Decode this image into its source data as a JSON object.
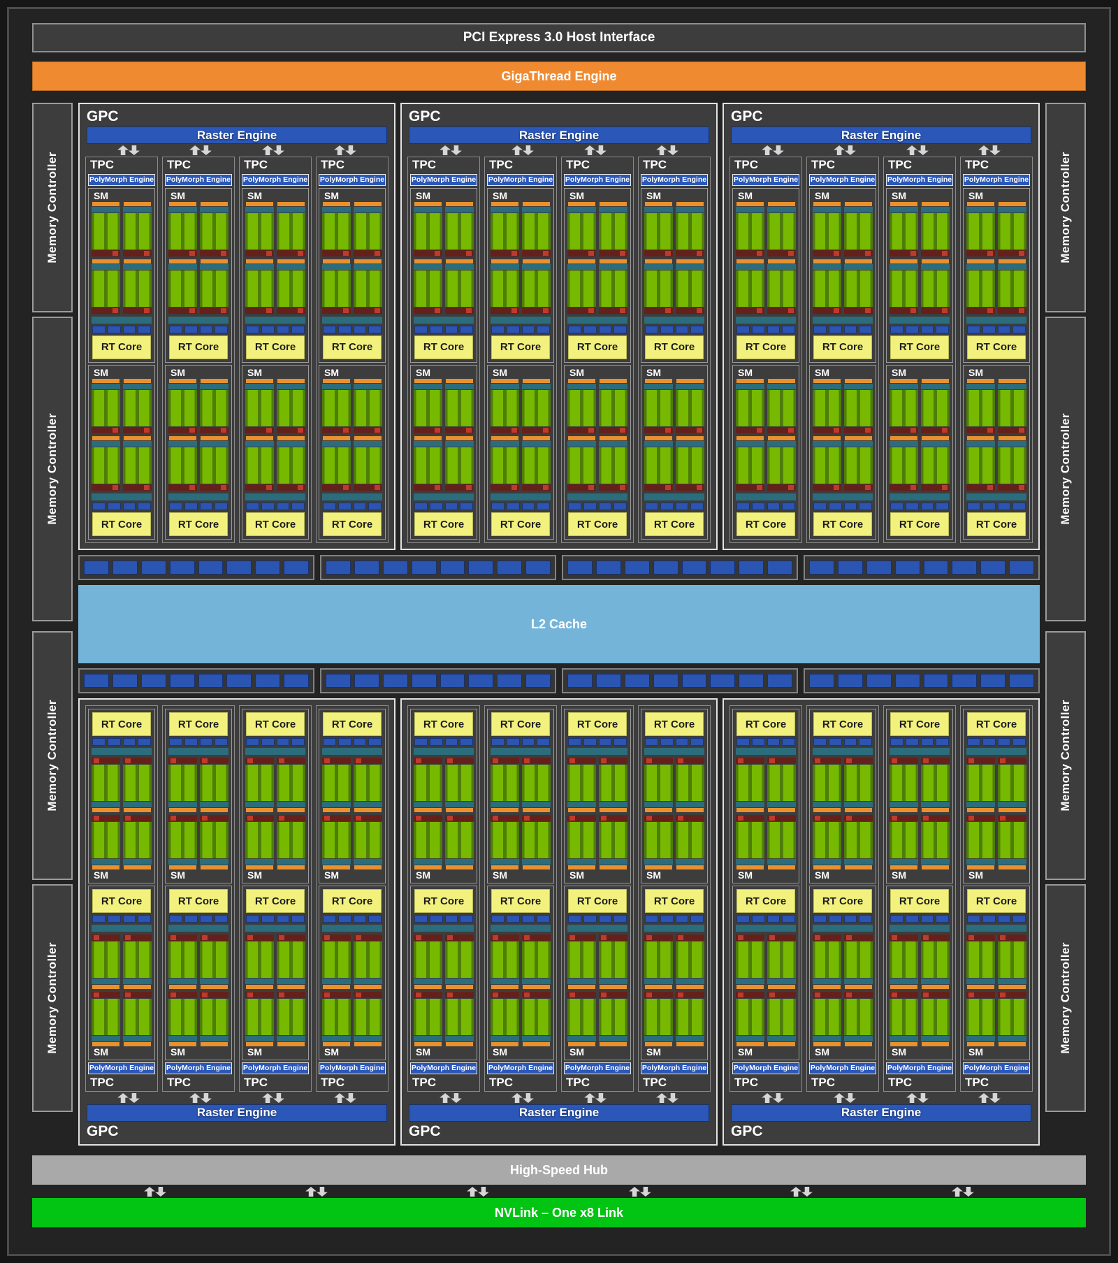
{
  "diagram": {
    "pci_bar": "PCI Express 3.0 Host Interface",
    "gigathread_bar": "GigaThread Engine",
    "l2_cache": "L2 Cache",
    "high_speed_hub": "High-Speed Hub",
    "nvlink_bar": "NVLink – One x8 Link",
    "memory_controller": "Memory Controller"
  },
  "labels": {
    "gpc": "GPC",
    "raster_engine": "Raster Engine",
    "tpc": "TPC",
    "polymorph_engine": "PolyMorph Engine",
    "sm": "SM",
    "rt_core": "RT Core"
  },
  "structure": {
    "gpc_rows": 2,
    "gpcs_per_row": 3,
    "tpcs_per_gpc": 4,
    "sms_per_tpc": 2,
    "core_columns_per_sm": 2,
    "core_sections_per_column": 2,
    "cache_segments_per_sm": 4,
    "memory_controllers_per_side": 4,
    "l2_segment_groups": 4,
    "segments_per_group": 8,
    "raster_arrow_pairs_per_gpc": 4,
    "hub_arrow_pairs": 6
  },
  "colors": {
    "die_bg": "#232323",
    "die_border": "#4b4b4b",
    "box_fill": "#3d3d3d",
    "accent_blue": "#2a57b8",
    "segment_blue": "#2b55b2",
    "teal_bar": "#2b6d7c",
    "orange_bar": "#e8912e",
    "giga_orange": "#f08a30",
    "green_bright": "#76b900",
    "green_dark": "#4e7d08",
    "maroon": "#64211b",
    "red_dot": "#c03a2b",
    "rt_yellow": "#f2f17d",
    "l2_blue": "#75b4d9",
    "hub_gray": "#a9a9a9",
    "nvlink_green": "#01c413",
    "arrow_gray": "#d6d6d6",
    "text_white": "#ffffff",
    "text_dark": "#1d1d1d"
  }
}
